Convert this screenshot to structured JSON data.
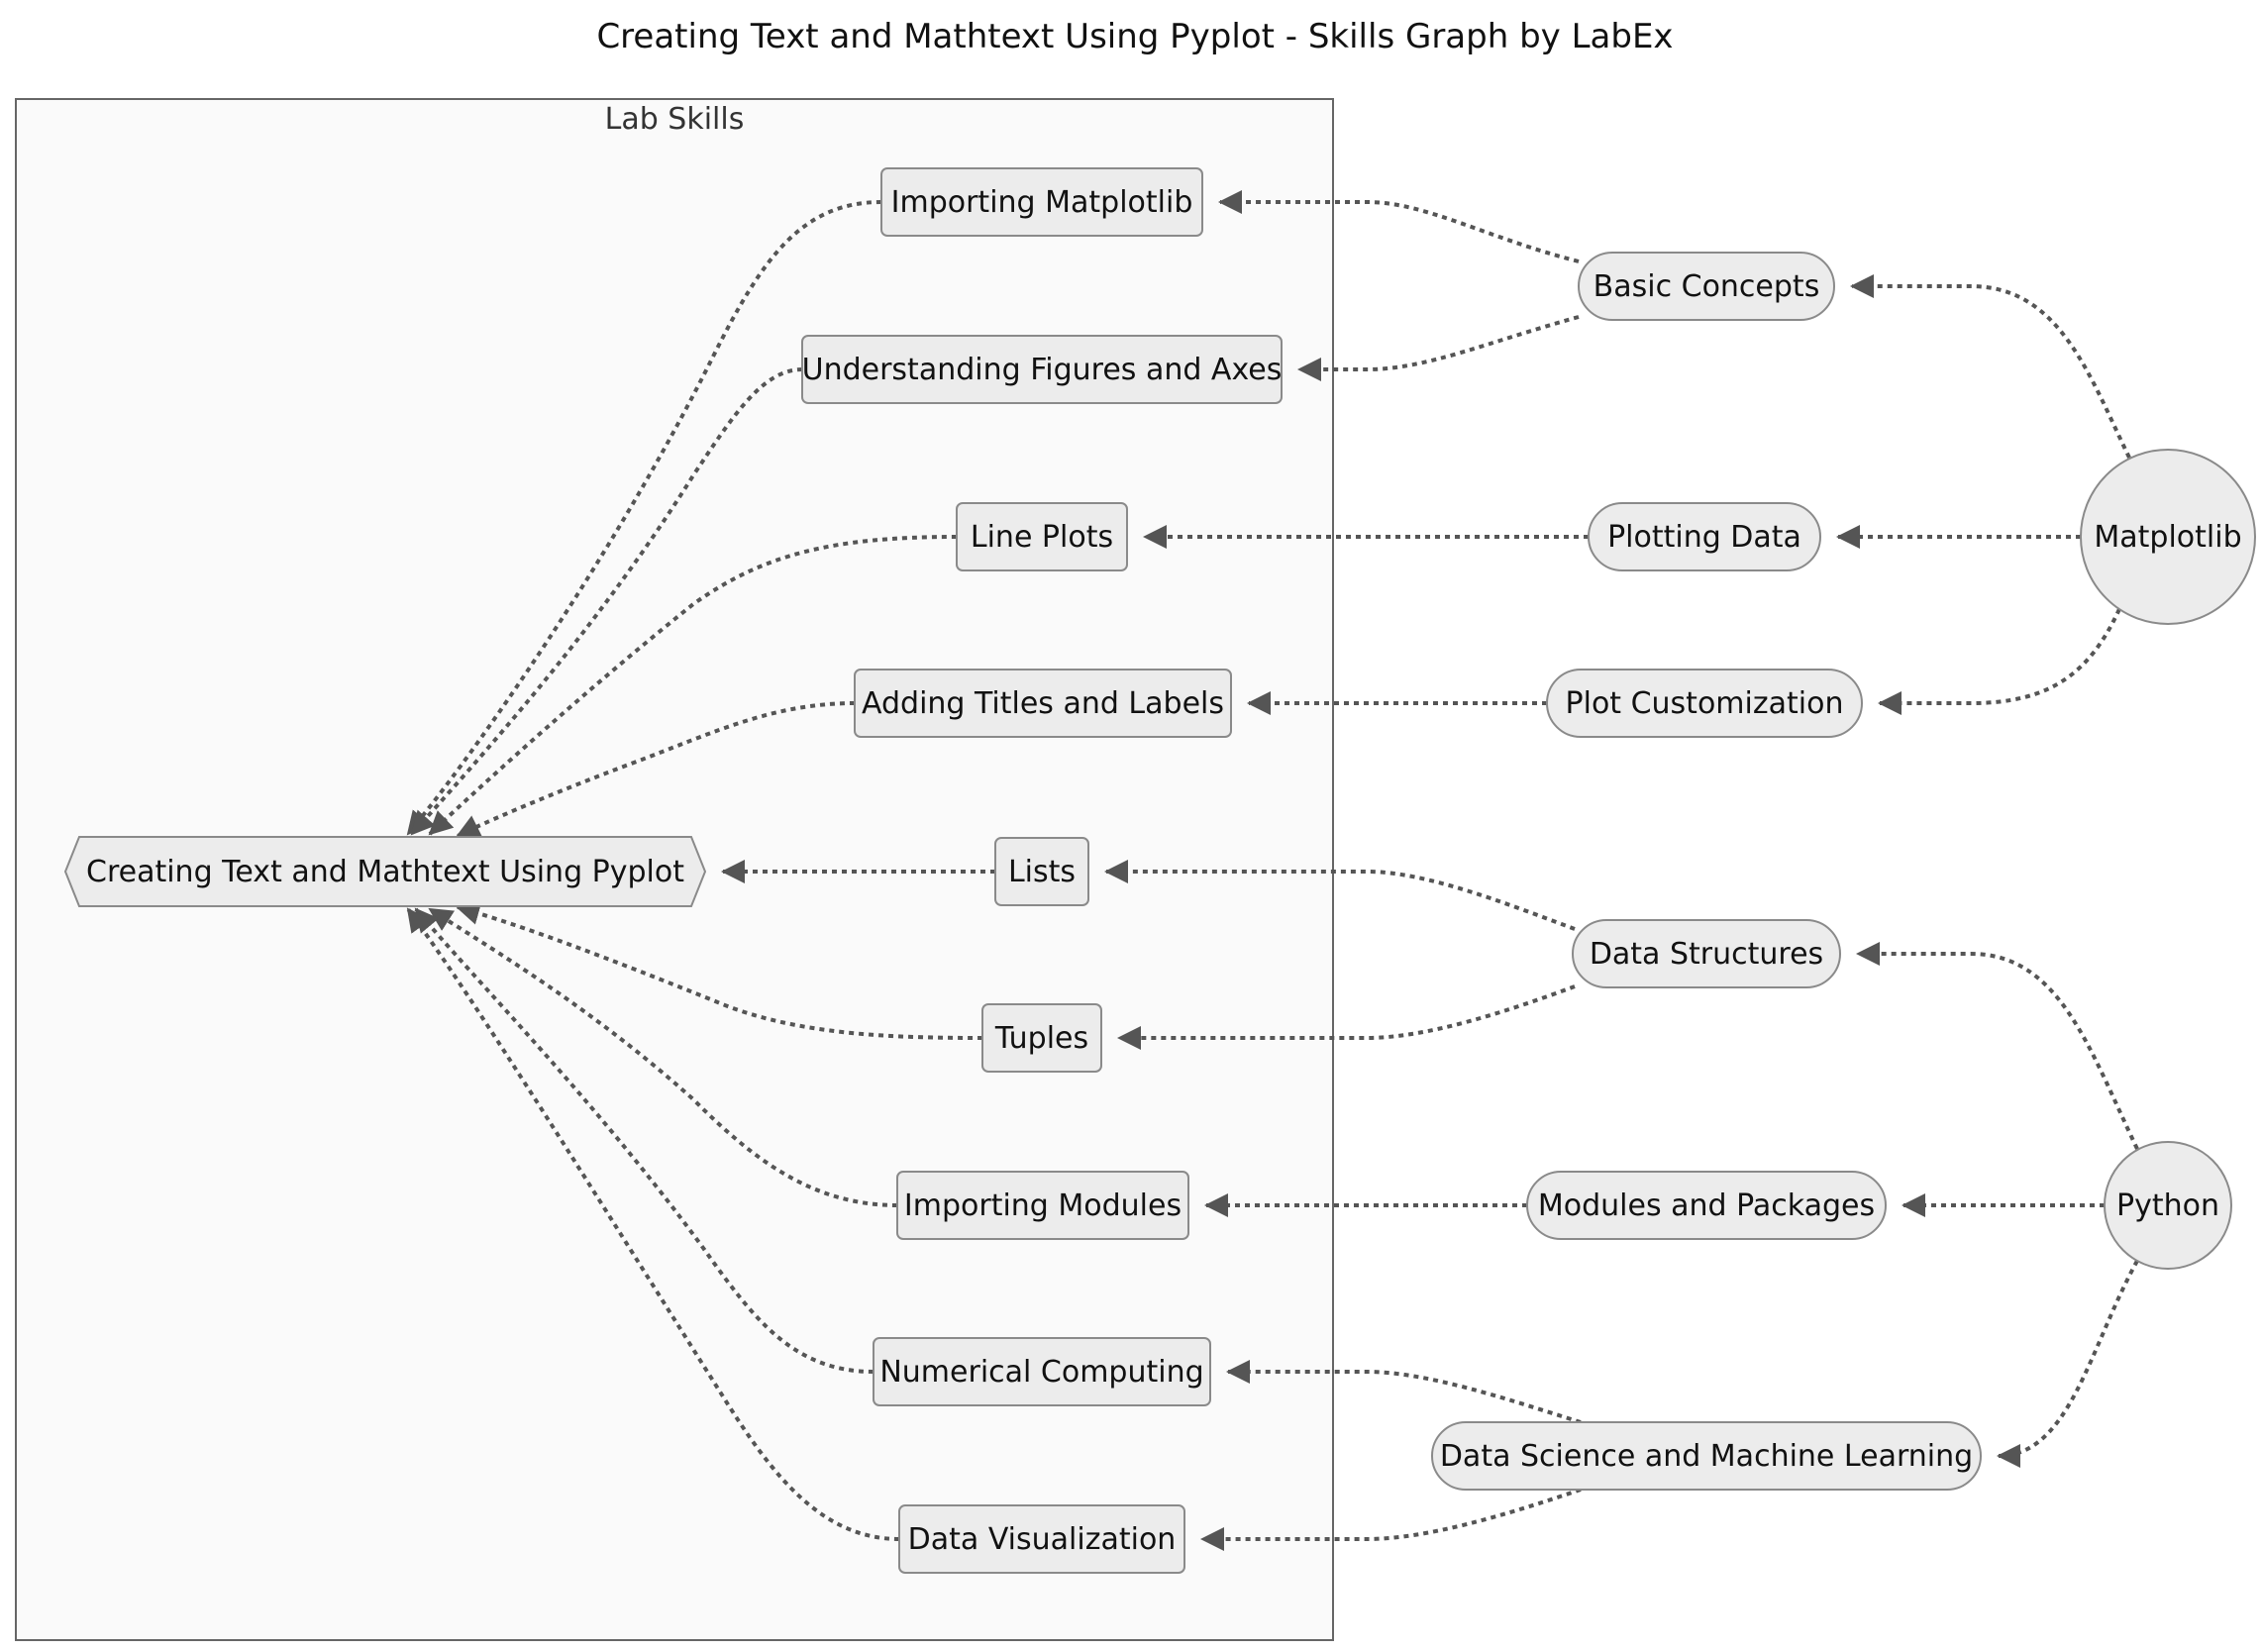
{
  "title": "Creating Text and Mathtext Using Pyplot - Skills Graph by LabEx",
  "cluster": {
    "label": "Lab Skills"
  },
  "colors": {
    "node_fill": "#ececec",
    "node_stroke": "#8a8a8a",
    "edge": "#555555",
    "cluster_fill": "#fafafa",
    "cluster_stroke": "#666666"
  },
  "nodes": {
    "target": "Creating Text and Mathtext Using Pyplot",
    "importing_matplotlib": "Importing Matplotlib",
    "understanding_figures": "Understanding Figures and Axes",
    "line_plots": "Line Plots",
    "adding_titles": "Adding Titles and Labels",
    "lists": "Lists",
    "tuples": "Tuples",
    "importing_modules": "Importing Modules",
    "numerical_computing": "Numerical Computing",
    "data_visualization": "Data Visualization",
    "basic_concepts": "Basic Concepts",
    "plotting_data": "Plotting Data",
    "plot_customization": "Plot Customization",
    "data_structures": "Data Structures",
    "modules_packages": "Modules and Packages",
    "ds_ml": "Data Science and Machine Learning",
    "matplotlib": "Matplotlib",
    "python": "Python"
  },
  "edges": [
    [
      "basic_concepts",
      "importing_matplotlib"
    ],
    [
      "basic_concepts",
      "understanding_figures"
    ],
    [
      "plotting_data",
      "line_plots"
    ],
    [
      "plot_customization",
      "adding_titles"
    ],
    [
      "data_structures",
      "lists"
    ],
    [
      "data_structures",
      "tuples"
    ],
    [
      "modules_packages",
      "importing_modules"
    ],
    [
      "ds_ml",
      "numerical_computing"
    ],
    [
      "ds_ml",
      "data_visualization"
    ],
    [
      "matplotlib",
      "basic_concepts"
    ],
    [
      "matplotlib",
      "plotting_data"
    ],
    [
      "matplotlib",
      "plot_customization"
    ],
    [
      "python",
      "data_structures"
    ],
    [
      "python",
      "modules_packages"
    ],
    [
      "python",
      "ds_ml"
    ],
    [
      "importing_matplotlib",
      "target"
    ],
    [
      "understanding_figures",
      "target"
    ],
    [
      "line_plots",
      "target"
    ],
    [
      "adding_titles",
      "target"
    ],
    [
      "lists",
      "target"
    ],
    [
      "tuples",
      "target"
    ],
    [
      "importing_modules",
      "target"
    ],
    [
      "numerical_computing",
      "target"
    ],
    [
      "data_visualization",
      "target"
    ]
  ]
}
